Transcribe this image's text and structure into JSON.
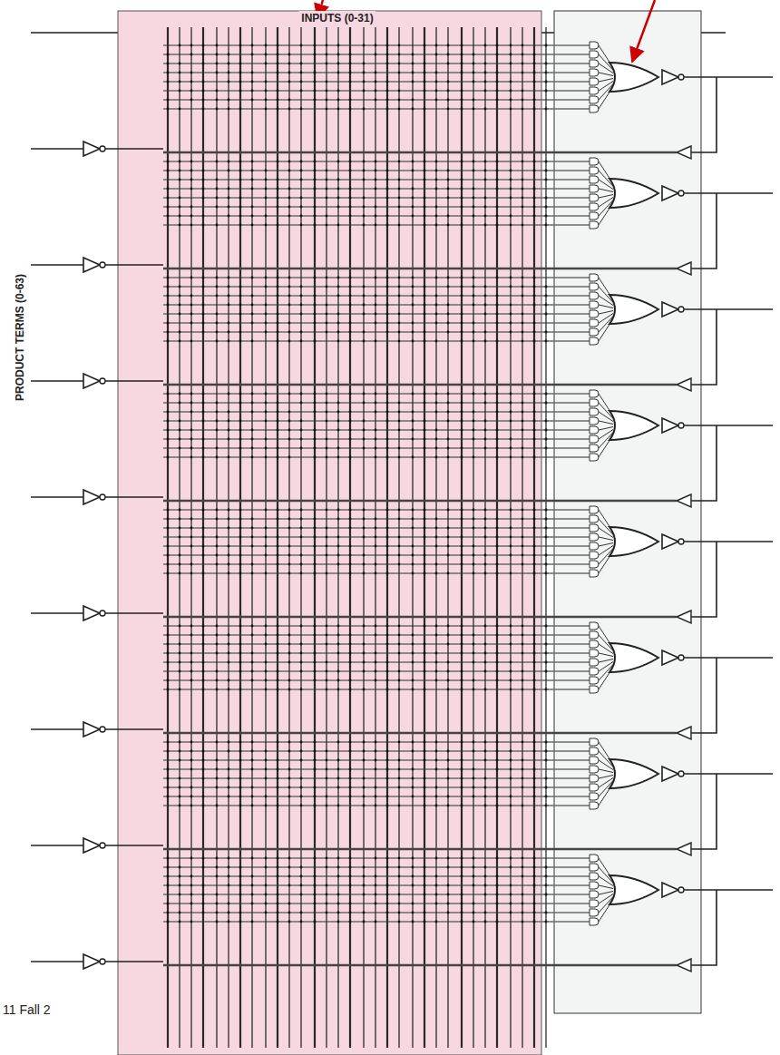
{
  "diagram": {
    "labels": [
      "INPUTS (0-31)",
      "PRODUCT TERMS (0-63)",
      "11 Fall 2"
    ]
  }
}
